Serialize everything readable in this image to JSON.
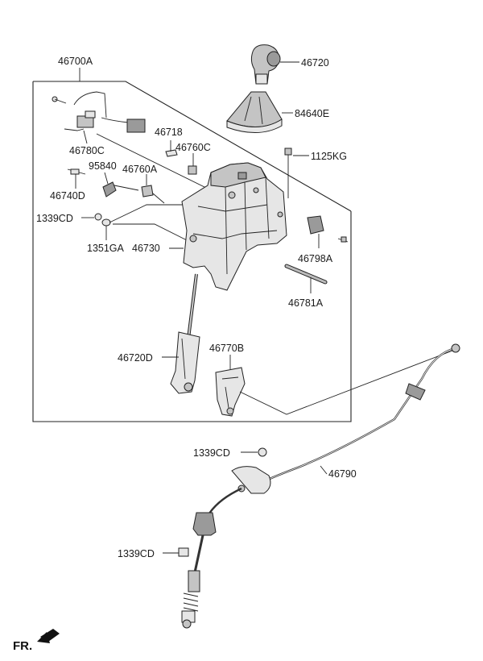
{
  "labels": {
    "l46700A": "46700A",
    "l46720": "46720",
    "l84640E": "84640E",
    "l46780C": "46780C",
    "l46718": "46718",
    "l46760C": "46760C",
    "l1125KG": "1125KG",
    "l95840": "95840",
    "l46760A": "46760A",
    "l46740D": "46740D",
    "l1339CD_a": "1339CD",
    "l1351GA": "1351GA",
    "l46730": "46730",
    "l46798A": "46798A",
    "l46781A": "46781A",
    "l46720D": "46720D",
    "l46770B": "46770B",
    "l1339CD_b": "1339CD",
    "l46790": "46790",
    "l1339CD_c": "1339CD"
  },
  "direction": {
    "text": "FR."
  },
  "colors": {
    "line": "#222222",
    "part_fill": "#e6e6e6",
    "dark_fill": "#9a9a9a"
  }
}
